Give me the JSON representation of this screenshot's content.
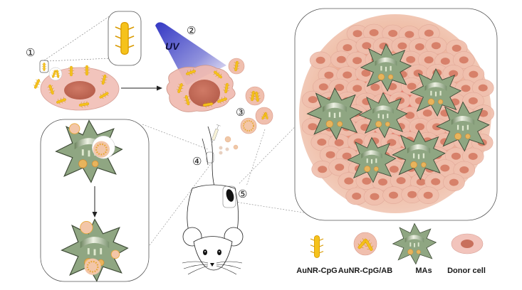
{
  "figure": {
    "steps": [
      {
        "number": "1",
        "symbol": "①",
        "description": "Donor cell uptake of AuNR-CpG"
      },
      {
        "number": "2",
        "symbol": "②",
        "description": "UV irradiation of donor cell"
      },
      {
        "number": "3",
        "symbol": "③",
        "description": "Release of apoptotic bodies (AuNR-CpG/AB)"
      },
      {
        "number": "4",
        "symbol": "④",
        "description": "Injection into mouse tail vein"
      },
      {
        "number": "5",
        "symbol": "⑤",
        "description": "Accumulation in tumor with MAs"
      }
    ],
    "uv_label": "UV",
    "legend": [
      {
        "label": "AuNR-CpG",
        "icon": "aunr-cpg-icon"
      },
      {
        "label": "AuNR-CpG/AB",
        "icon": "apoptotic-body-icon"
      },
      {
        "label": "MAs",
        "icon": "macrophage-icon"
      },
      {
        "label": "Donor cell",
        "icon": "donor-cell-icon"
      }
    ],
    "colors": {
      "donor_cell": "#f2c4bc",
      "donor_nucleus": "#c8705c",
      "macrophage": "#8fa682",
      "nanorod": "#f5c21b",
      "uv_dark": "#3a3fc8",
      "uv_light": "#c8c8f0",
      "tumor_core": "#e8806c",
      "outline": "#555555"
    }
  }
}
